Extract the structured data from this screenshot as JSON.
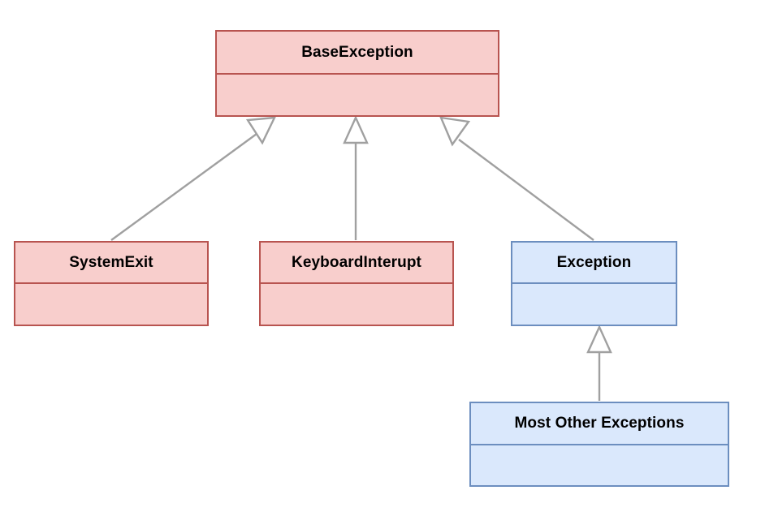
{
  "diagram": {
    "type": "uml-class-hierarchy",
    "title_text": "",
    "background_color": "#ffffff",
    "palette": {
      "red_fill": "#f8cecc",
      "red_stroke": "#b85450",
      "blue_fill": "#dae8fc",
      "blue_stroke": "#6c8ebf",
      "edge_stroke": "#a0a0a0",
      "text_color": "#000000"
    },
    "classes": [
      {
        "id": "baseexception",
        "name": "BaseException",
        "color": "red",
        "attributes_text": ""
      },
      {
        "id": "systemexit",
        "name": "SystemExit",
        "color": "red",
        "attributes_text": ""
      },
      {
        "id": "keyboardinterupt",
        "name": "KeyboardInterupt",
        "color": "red",
        "attributes_text": ""
      },
      {
        "id": "exception",
        "name": "Exception",
        "color": "blue",
        "attributes_text": ""
      },
      {
        "id": "most_other_exceptions",
        "name": "Most Other Exceptions",
        "color": "blue",
        "attributes_text": ""
      }
    ],
    "relationships": [
      {
        "id": "rel-systemexit",
        "kind": "generalization",
        "from": "systemexit",
        "to": "baseexception"
      },
      {
        "id": "rel-keyboardinterupt",
        "kind": "generalization",
        "from": "keyboardinterupt",
        "to": "baseexception"
      },
      {
        "id": "rel-exception",
        "kind": "generalization",
        "from": "exception",
        "to": "baseexception"
      },
      {
        "id": "rel-most-other",
        "kind": "generalization",
        "from": "most_other_exceptions",
        "to": "exception"
      }
    ]
  }
}
